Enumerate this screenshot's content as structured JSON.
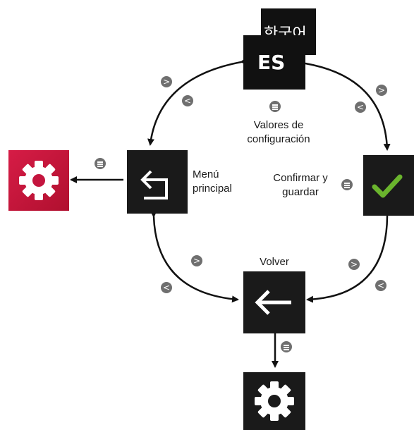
{
  "languages": {
    "korean": "한국어",
    "code": "ES"
  },
  "labels": {
    "settings_values_line1": "Valores de",
    "settings_values_line2": "configuración",
    "main_menu_line1": "Menú",
    "main_menu_line2": "principal",
    "confirm_line1": "Confirmar y",
    "confirm_line2": "guardar",
    "back": "Volver"
  },
  "badges": {
    "next": ">",
    "prev": "<"
  },
  "colors": {
    "tile": "#1a1a1a",
    "settings_red": "#c4153e",
    "check_green": "#6ab42d",
    "badge": "#6f6f6f"
  },
  "icons": [
    "gear-icon",
    "return-icon",
    "check-icon",
    "arrow-left-icon",
    "menu-icon"
  ]
}
